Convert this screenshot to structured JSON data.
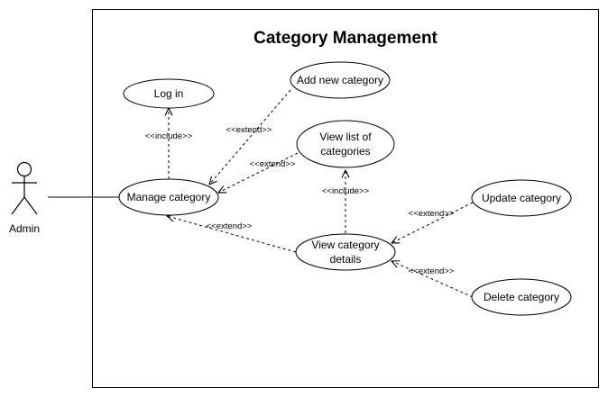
{
  "diagram": {
    "title": "Category Management",
    "actor": {
      "name": "Admin"
    },
    "use_cases": {
      "login": {
        "lines": [
          "Log in"
        ]
      },
      "add": {
        "lines": [
          "Add new category"
        ]
      },
      "view_list": {
        "lines": [
          "View list of",
          "categories"
        ]
      },
      "manage": {
        "lines": [
          "Manage category"
        ]
      },
      "update": {
        "lines": [
          "Update category"
        ]
      },
      "details": {
        "lines": [
          "View category",
          "details"
        ]
      },
      "delete": {
        "lines": [
          "Delete category"
        ]
      }
    },
    "relationships": [
      {
        "id": "manage-include-login",
        "from": "manage",
        "to": "login",
        "type": "include",
        "label": "<<include>>"
      },
      {
        "id": "add-extend-manage",
        "from": "add",
        "to": "manage",
        "type": "extend",
        "label": "<<extend>>"
      },
      {
        "id": "viewlist-extend-manage",
        "from": "view_list",
        "to": "manage",
        "type": "extend",
        "label": "<<extend>>"
      },
      {
        "id": "details-extend-manage",
        "from": "details",
        "to": "manage",
        "type": "extend",
        "label": "<<extend>>"
      },
      {
        "id": "details-include-viewlist",
        "from": "details",
        "to": "view_list",
        "type": "include",
        "label": "<<include>>"
      },
      {
        "id": "update-extend-details",
        "from": "update",
        "to": "details",
        "type": "extend",
        "label": "<<extend>>"
      },
      {
        "id": "delete-extend-details",
        "from": "delete",
        "to": "details",
        "type": "extend",
        "label": "<<extend>>"
      }
    ],
    "colors": {
      "stroke": "#000000",
      "fill": "#ffffff"
    }
  }
}
